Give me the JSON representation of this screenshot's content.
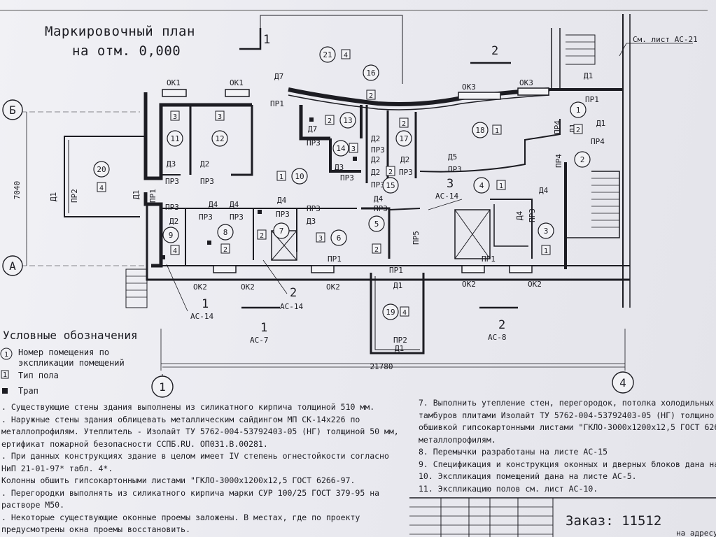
{
  "plan": {
    "title_line1": "Маркировочный план",
    "title_line2": "на отм. 0,000",
    "see_sheet": "См. лист АС-21",
    "dimension_width": "21780",
    "dimension_height": "7040",
    "axes": {
      "a": "А",
      "b": "Б",
      "one": "1",
      "four": "4"
    },
    "sections": [
      {
        "num": "1",
        "ref": "АС-7"
      },
      {
        "num": "2",
        "ref": "АС-8"
      },
      {
        "num": "1",
        "ref": "АС-14"
      },
      {
        "num": "2",
        "ref": "АС-14"
      },
      {
        "num": "3",
        "ref": "АС-14"
      }
    ],
    "rooms": [
      {
        "num": "1",
        "floor": "2"
      },
      {
        "num": "2",
        "floor": ""
      },
      {
        "num": "3",
        "floor": "1"
      },
      {
        "num": "4",
        "floor": "1"
      },
      {
        "num": "5",
        "floor": "2"
      },
      {
        "num": "6",
        "floor": "3"
      },
      {
        "num": "7",
        "floor": "2"
      },
      {
        "num": "8",
        "floor": "2"
      },
      {
        "num": "9",
        "floor": "4"
      },
      {
        "num": "10",
        "floor": "1"
      },
      {
        "num": "11",
        "floor": "3"
      },
      {
        "num": "12",
        "floor": "3"
      },
      {
        "num": "13",
        "floor": "2"
      },
      {
        "num": "14",
        "floor": "3"
      },
      {
        "num": "15",
        "floor": "2"
      },
      {
        "num": "16",
        "floor": "2"
      },
      {
        "num": "17",
        "floor": "2"
      },
      {
        "num": "18",
        "floor": "1"
      },
      {
        "num": "19",
        "floor": "4"
      },
      {
        "num": "20",
        "floor": "4"
      },
      {
        "num": "21",
        "floor": "4"
      }
    ],
    "marks": {
      "ok1": "ОК1",
      "ok2": "ОК2",
      "ok3": "ОК3",
      "d1": "Д1",
      "d2": "Д2",
      "d3": "Д3",
      "d4": "Д4",
      "d5": "Д5",
      "d7": "Д7",
      "pr1": "ПР1",
      "pr2": "ПР2",
      "pr3": "ПР3",
      "pr4": "ПР4",
      "pr5": "ПР5"
    }
  },
  "legend": {
    "title": "Условные обозначения",
    "items": [
      {
        "symbol": "1",
        "text_line1": "Номер помещения по",
        "text_line2": "экспликации помещений"
      },
      {
        "symbol": "1",
        "text_line1": "Тип пола",
        "text_line2": ""
      },
      {
        "symbol": "",
        "text_line1": "Трап",
        "text_line2": ""
      }
    ]
  },
  "notes_left": [
    ". Существующие стены здания  выполнены из силикатного кирпича толщиной 510 мм.",
    ". Наружные стены здания облицевать металлическим сайдингом МП СК-14х226 по",
    "металлопрофилям. Утеплитель - Изолайт ТУ 5762-004-53792403-05 (НГ) толщиной 50 мм,",
    "ертификат пожарной безопасности ССПБ.RU. ОП031.В.00281.",
    ". При данных конструкциях здание в целом имеет IV степень огнестойкости согласно",
    "НиП 21-01-97* табл. 4*.",
    "Колонны обшить гипсокартонными листами \"ГКЛО-3000х1200х12,5 ГОСТ 6266-97.",
    ". Перегородки выполнять из силикатного кирпича марки СУР 100/25 ГОСТ 379-95 на",
    "растворе М50.",
    ". Некоторые существующие оконные проемы заложены. В местах, где по проекту",
    "предусмотрены окна проемы восстановить."
  ],
  "notes_right": [
    "7. Выполнить утепление стен, перегородок, потолка холодильных ка",
    "тамбуров плитами Изолайт ТУ 5762-004-53792403-05 (НГ) толщино",
    "обшивкой гипсокартонными листами \"ГКЛО-3000х1200х12,5 ГОСТ 626",
    "металлопрофилям.",
    "8. Перемычки разработаны на листе АС-15",
    "9. Спецификация и конструкция оконных и дверных блоков дана на",
    "10. Экспликация помещений дана на листе АС-5.",
    "11. Экспликацию полов см. лист АС-10."
  ],
  "stamp": {
    "order_label": "Заказ:",
    "order_number": "11512",
    "corner_text": "на адресу"
  }
}
